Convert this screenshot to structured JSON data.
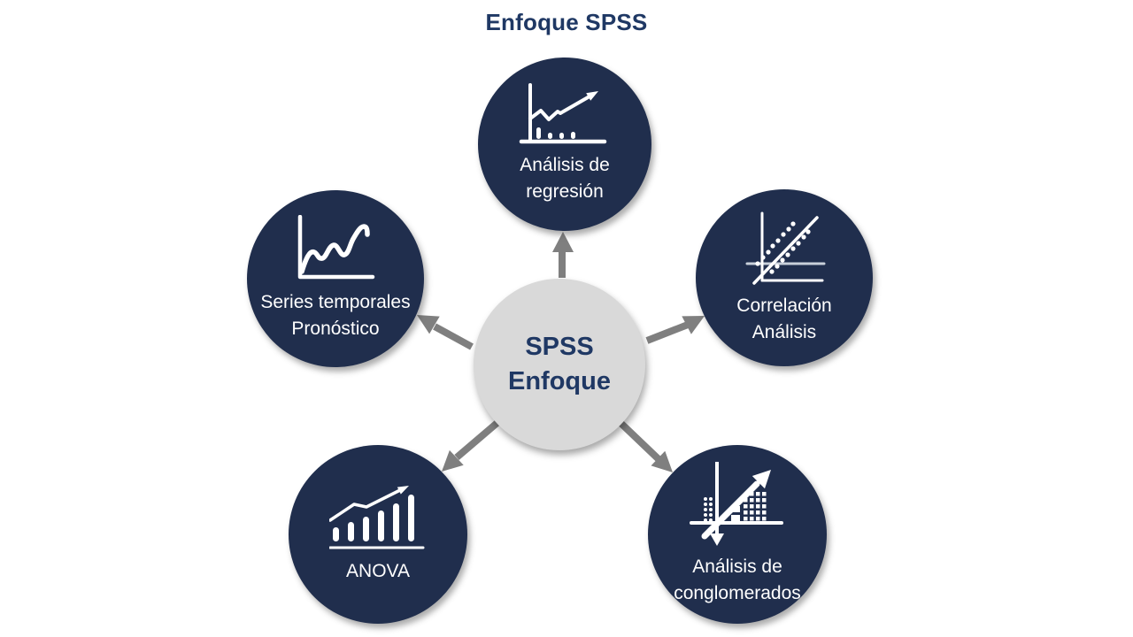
{
  "title": "Enfoque SPSS",
  "center_node": {
    "line1": "SPSS",
    "line2": "Enfoque"
  },
  "nodes": [
    {
      "id": "analisis-regresion",
      "line1": "Análisis de",
      "line2": "regresión",
      "icon": "regression-trend-chart"
    },
    {
      "id": "correlacion-analisis",
      "line1": "Correlación",
      "line2": "Análisis",
      "icon": "scatter-correlation-chart"
    },
    {
      "id": "series-temporales",
      "line1": "Series temporales",
      "line2": "Pronóstico",
      "icon": "time-series-line-chart"
    },
    {
      "id": "anova",
      "line1": "ANOVA",
      "icon": "growth-bar-chart"
    },
    {
      "id": "analisis-conglomerados",
      "line1": "Análisis de",
      "line2": "conglomerados",
      "icon": "cluster-scatter-chart"
    }
  ],
  "colors": {
    "background": "#FFFFFF",
    "navy": "#202E4D",
    "title-text": "#1F3864",
    "center-fill": "#D9D9D9",
    "center-text": "#1F3864",
    "arrow": "#7F7F7F",
    "icon-stroke": "#FFFFFF",
    "axis-light": "#C9D0DA"
  }
}
